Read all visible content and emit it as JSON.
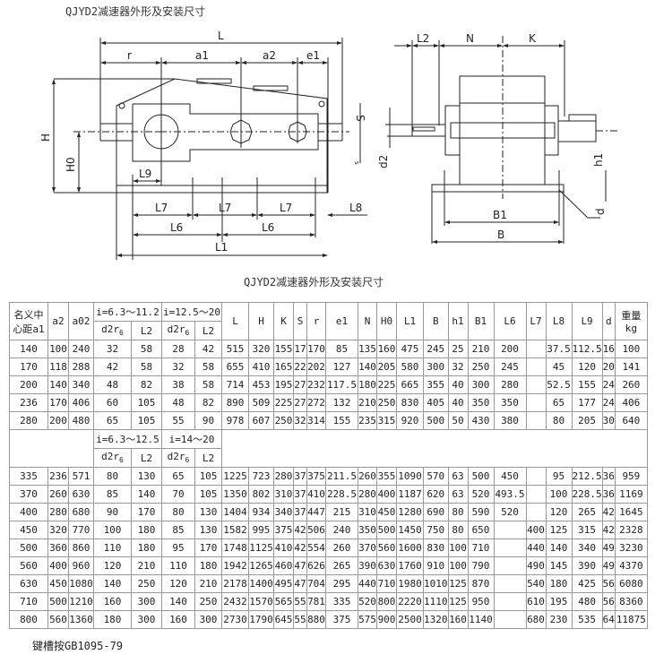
{
  "titles": {
    "drawing": "QJYD2减速器外形及安装尺寸",
    "table": "QJYD2减速器外形及安装尺寸"
  },
  "drawing_labels": {
    "L": "L",
    "r": "r",
    "a1": "a1",
    "a2": "a2",
    "e1": "e1",
    "H": "H",
    "H0": "H0",
    "S": "S",
    "s": "s",
    "L9": "L9",
    "L7": "L7",
    "L6": "L6",
    "L1": "L1",
    "L8": "L8",
    "L2": "L2",
    "N": "N",
    "K": "K",
    "d2": "d2",
    "h1": "h1",
    "B1": "B1",
    "B": "B",
    "d": "d"
  },
  "table": {
    "header1": {
      "a1": "名义中心距a1",
      "a2": "a2",
      "a02": "a02",
      "ratio_a": "i=6.3～11.2",
      "ratio_b": "i=12.5～20",
      "L": "L",
      "H": "H",
      "K": "K",
      "S": "S",
      "r": "r",
      "e1": "e1",
      "N": "N",
      "H0": "H0",
      "L1": "L1",
      "B": "B",
      "h1": "h1",
      "B1": "B1",
      "L6": "L6",
      "L7": "L7",
      "L8": "L8",
      "L9": "L9",
      "d": "d",
      "weight": "重量",
      "weight_unit": "kg"
    },
    "sub_header": {
      "d2r6": "d2r",
      "d2r6_sub": "6",
      "L2": "L2"
    },
    "rows_a": [
      [
        "140",
        "100",
        "240",
        "32",
        "58",
        "28",
        "42",
        "515",
        "320",
        "155",
        "17",
        "170",
        "85",
        "135",
        "160",
        "475",
        "245",
        "25",
        "210",
        "200",
        "",
        "37.5",
        "112.5",
        "16",
        "100"
      ],
      [
        "170",
        "118",
        "288",
        "42",
        "58",
        "32",
        "58",
        "655",
        "410",
        "165",
        "22",
        "202",
        "127",
        "140",
        "205",
        "580",
        "300",
        "32",
        "250",
        "245",
        "",
        "45",
        "120",
        "20",
        "141"
      ],
      [
        "200",
        "140",
        "340",
        "48",
        "82",
        "38",
        "58",
        "714",
        "453",
        "195",
        "27",
        "232",
        "117.5",
        "180",
        "225",
        "665",
        "355",
        "40",
        "300",
        "280",
        "",
        "52.5",
        "155",
        "24",
        "260"
      ],
      [
        "236",
        "170",
        "406",
        "60",
        "105",
        "48",
        "82",
        "890",
        "509",
        "225",
        "27",
        "272",
        "132",
        "210",
        "250",
        "830",
        "405",
        "40",
        "350",
        "350",
        "",
        "65",
        "177",
        "24",
        "406"
      ],
      [
        "280",
        "200",
        "480",
        "65",
        "105",
        "55",
        "90",
        "978",
        "607",
        "250",
        "32",
        "314",
        "155",
        "235",
        "315",
        "920",
        "500",
        "50",
        "430",
        "380",
        "",
        "80",
        "205",
        "30",
        "640"
      ]
    ],
    "header2": {
      "ratio_a": "i=6.3～12.5",
      "ratio_b": "i=14～20"
    },
    "rows_b": [
      [
        "335",
        "236",
        "571",
        "80",
        "130",
        "65",
        "105",
        "1225",
        "723",
        "280",
        "37",
        "375",
        "211.5",
        "260",
        "355",
        "1090",
        "570",
        "63",
        "500",
        "450",
        "",
        "95",
        "212.5",
        "36",
        "959"
      ],
      [
        "370",
        "260",
        "630",
        "85",
        "140",
        "70",
        "105",
        "1350",
        "802",
        "310",
        "37",
        "410",
        "228.5",
        "280",
        "400",
        "1187",
        "620",
        "63",
        "520",
        "493.5",
        "",
        "100",
        "228.5",
        "36",
        "1169"
      ],
      [
        "400",
        "280",
        "680",
        "90",
        "170",
        "80",
        "130",
        "1404",
        "934",
        "340",
        "37",
        "447",
        "215",
        "310",
        "450",
        "1280",
        "690",
        "80",
        "590",
        "520",
        "",
        "120",
        "265",
        "42",
        "1645"
      ],
      [
        "450",
        "320",
        "770",
        "100",
        "180",
        "85",
        "130",
        "1582",
        "995",
        "375",
        "42",
        "506",
        "240",
        "350",
        "500",
        "1450",
        "750",
        "80",
        "650",
        "",
        "400",
        "125",
        "315",
        "42",
        "2328"
      ],
      [
        "500",
        "360",
        "860",
        "110",
        "180",
        "95",
        "170",
        "1748",
        "1125",
        "410",
        "42",
        "554",
        "260",
        "370",
        "560",
        "1600",
        "830",
        "100",
        "710",
        "",
        "440",
        "140",
        "340",
        "49",
        "3230"
      ],
      [
        "560",
        "400",
        "960",
        "120",
        "210",
        "110",
        "180",
        "1942",
        "1265",
        "460",
        "47",
        "626",
        "265",
        "390",
        "630",
        "1760",
        "910",
        "100",
        "790",
        "",
        "490",
        "145",
        "390",
        "49",
        "4370"
      ],
      [
        "630",
        "450",
        "1080",
        "140",
        "250",
        "120",
        "210",
        "2178",
        "1400",
        "495",
        "47",
        "704",
        "295",
        "440",
        "710",
        "1980",
        "1010",
        "125",
        "870",
        "",
        "540",
        "180",
        "425",
        "56",
        "6080"
      ],
      [
        "710",
        "500",
        "1210",
        "160",
        "300",
        "140",
        "250",
        "2432",
        "1570",
        "565",
        "55",
        "781",
        "335",
        "520",
        "800",
        "2220",
        "1110",
        "125",
        "950",
        "",
        "610",
        "195",
        "480",
        "56",
        "8360"
      ],
      [
        "800",
        "560",
        "1360",
        "180",
        "300",
        "160",
        "300",
        "2730",
        "1790",
        "645",
        "55",
        "880",
        "375",
        "575",
        "900",
        "2500",
        "1320",
        "160",
        "1140",
        "",
        "680",
        "230",
        "535",
        "64",
        "11875"
      ]
    ]
  },
  "footnote": "键槽按GB1095-79"
}
